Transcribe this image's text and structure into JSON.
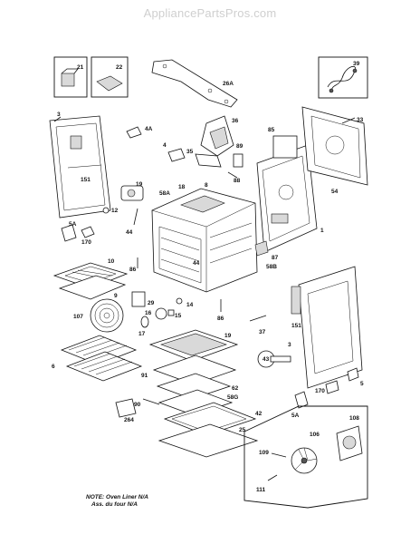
{
  "watermark": "AppliancePartsPros.com",
  "note": {
    "line1": "NOTE: Oven Liner N/A",
    "line2": "Ass. du four N/A"
  },
  "parts": {
    "p1": "1",
    "p3a": "3",
    "p3b": "3",
    "p4": "4",
    "p4a": "4A",
    "p5a": "5A",
    "p5b": "5A",
    "p5c": "5",
    "p6": "6",
    "p8": "8",
    "p9": "9",
    "p10": "10",
    "p12": "12",
    "p14": "14",
    "p15": "15",
    "p16": "16",
    "p17": "17",
    "p18": "18",
    "p19": "19",
    "p21": "21",
    "p22": "22",
    "p25": "25",
    "p26a": "26A",
    "p29": "29",
    "p33": "33",
    "p35": "35",
    "p36": "36",
    "p37": "37",
    "p39": "39",
    "p42": "42",
    "p43": "43",
    "p44a": "44",
    "p44b": "44",
    "p54": "54",
    "p58a": "58A",
    "p58b": "58B",
    "p58g": "58G",
    "p62": "62",
    "p85": "85",
    "p86a": "86",
    "p86b": "86",
    "p87": "87",
    "p88": "88",
    "p89": "89",
    "p90": "90",
    "p91": "91",
    "p106": "106",
    "p107": "107",
    "p108": "108",
    "p109": "109",
    "p111": "111",
    "p151a": "151",
    "p151b": "151",
    "p170a": "170",
    "p170b": "170",
    "p264": "264"
  }
}
